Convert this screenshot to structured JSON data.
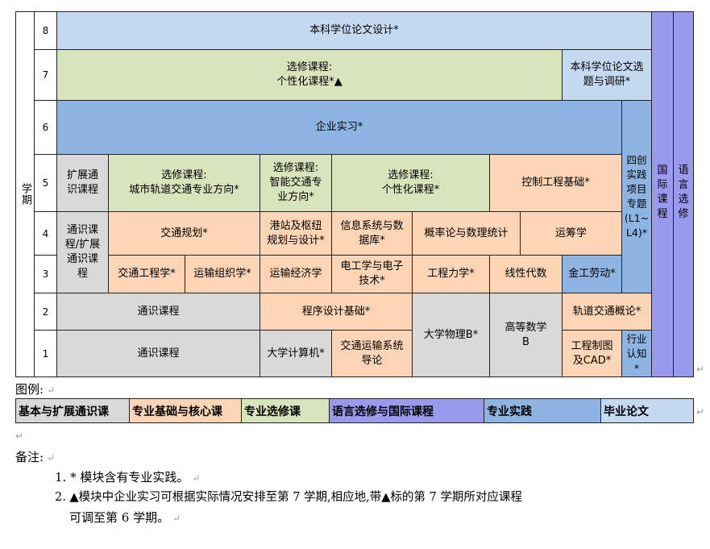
{
  "semester_label": "学期",
  "semesters": [
    "1",
    "2",
    "3",
    "4",
    "5",
    "6",
    "7",
    "8"
  ],
  "cells": {
    "s8_thesis": "本科学位论文设计*",
    "s7_elective": "选修课程:\n个性化课程*▲",
    "s7_thesis_topic": "本科学位论文选\n题与调研*",
    "s6_internship": "企业实习*",
    "s5_general_ext": "扩展通\n识课程",
    "s5_elective_urban": "选修课程:\n城市轨道交通专业方向*",
    "s5_elective_smart": "选修课程:\n智能交通专\n业方向*",
    "s5_elective_personal": "选修课程:\n个性化课程*",
    "s5_control": "控制工程基础*",
    "s34_general": "通识课\n程/扩展\n通识课\n程",
    "s4_traffic_planning": "交通规划*",
    "s4_port": "港站及枢纽\n规划与设计*",
    "s4_info_system": "信息系统与数\n据库*",
    "s4_probability": "概率论与数理统计",
    "s4_operations": "运筹学",
    "s3_traffic_eng": "交通工程学*",
    "s3_transport_org": "运输组织学*",
    "s3_transport_econ": "运输经济学",
    "s3_electrical": "电工学与电子\n技术*",
    "s3_mechanics": "工程力学*",
    "s3_linear_algebra": "线性代数",
    "s3_metalwork": "金工劳动*",
    "s2_general": "通识课程",
    "s2_programming": "程序设计基础*",
    "s12_physics": "大学物理B*",
    "s12_math": "高等数学\nB",
    "s2_rail_intro": "轨道交通概论*",
    "s1_general": "通识课程",
    "s1_computer": "大学计算机*",
    "s1_transport_intro": "交通运输系统\n导论",
    "s1_drawing": "工程制图\n及CAD*",
    "s1_cognition": "行业\n认知\n*",
    "project": "四创\n实践\n项目\n专题\n(L1~\nL4)*",
    "international": "国\n际\n课\n程",
    "language": "语\n言\n选\n修"
  },
  "legend_title": "图例:",
  "legend_items": [
    {
      "label": "基本与扩展通识课",
      "color": "#d9d9d9"
    },
    {
      "label": "专业基础与核心课",
      "color": "#fbd5b5"
    },
    {
      "label": "专业选修课",
      "color": "#d8e4bc"
    },
    {
      "label": "语言选修与国际课程",
      "color": "#9999ee"
    },
    {
      "label": "专业实践",
      "color": "#8db4e3"
    },
    {
      "label": "毕业论文",
      "color": "#c5d9f1"
    }
  ],
  "notes_title": "备注:",
  "notes": [
    "1. * 模块含有专业实践。",
    "2. ▲模块中企业实习可根据实际情况安排至第 7 学期,相应地,带▲标的第 7 学期所对应课程",
    "可调至第 6 学期。"
  ],
  "return_mark": "↵"
}
